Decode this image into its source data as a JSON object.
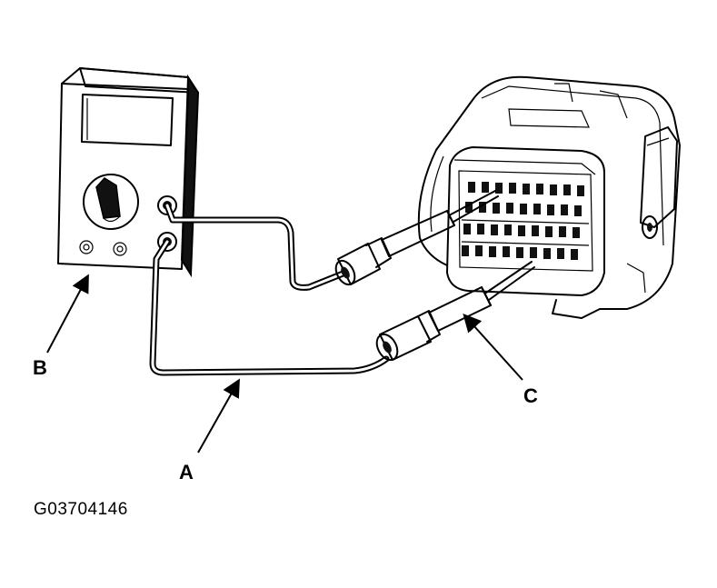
{
  "labels": {
    "a": "A",
    "b": "B",
    "c": "C"
  },
  "figure_id": "G03704146",
  "colors": {
    "line": "#000000",
    "background": "#ffffff"
  },
  "icons": [
    "multimeter-icon",
    "connector-icon",
    "test-probe-icon"
  ]
}
